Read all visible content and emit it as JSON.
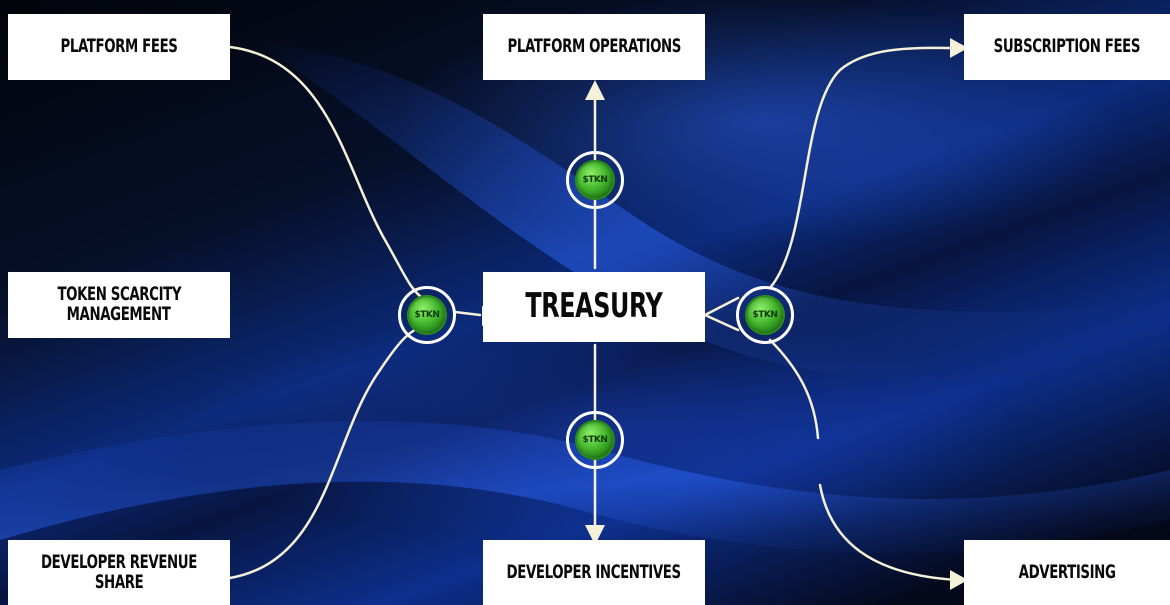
{
  "nodes": {
    "platform_fees": "PLATFORM FEES",
    "token_scarcity": [
      "TOKEN SCARCITY",
      "MANAGEMENT"
    ],
    "developer_revenue_share": [
      "DEVELOPER REVENUE",
      "SHARE"
    ],
    "platform_operations": "PLATFORM OPERATIONS",
    "treasury": "TREASURY",
    "developer_incentives": "DEVELOPER INCENTIVES",
    "subscription_fees": "SUBSCRIPTION FEES",
    "advertising": "ADVERTISING"
  },
  "coin": {
    "mark": "$TKN",
    "icon": "token-coin-icon"
  },
  "colors": {
    "line": "#f5f0d8",
    "box": "#ffffff",
    "text": "#0a0a0a",
    "coin": "#3fb22a"
  }
}
